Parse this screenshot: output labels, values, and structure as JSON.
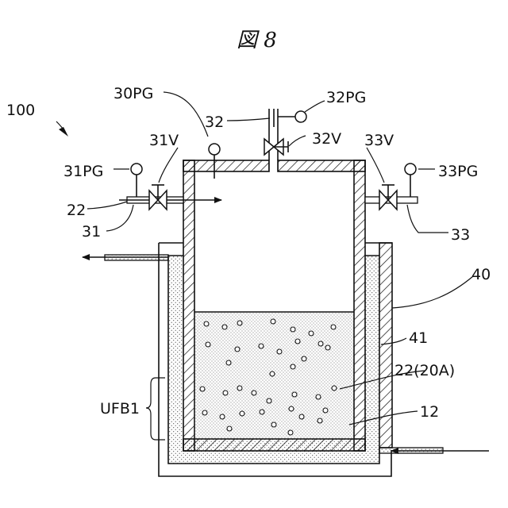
{
  "figure": {
    "title": "図 8"
  },
  "labels": {
    "system": "100",
    "pg30": "30PG",
    "pg32": "32PG",
    "pipe32": "32",
    "v32": "32V",
    "v31": "31V",
    "v33": "33V",
    "pg31": "31PG",
    "pg33": "33PG",
    "pipe22": "22",
    "pipe31": "31",
    "pipe33": "33",
    "bath40": "40",
    "water41": "41",
    "liquid": "22(20A)",
    "tank12": "12",
    "ufb": "UFB1"
  },
  "colors": {
    "line": "#111111",
    "dots": "#555555"
  }
}
